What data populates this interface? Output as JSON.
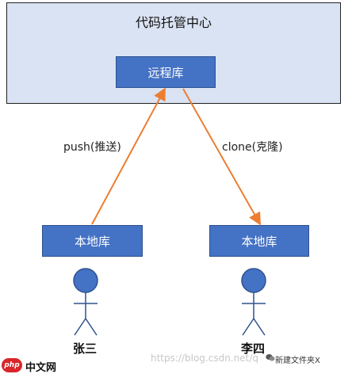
{
  "hub": {
    "title": "代码托管中心"
  },
  "remote": {
    "label": "远程库"
  },
  "local_a": {
    "label": "本地库"
  },
  "local_b": {
    "label": "本地库"
  },
  "arrows": {
    "push_label": "push(推送)",
    "clone_label": "clone(克隆)"
  },
  "people": {
    "a": "张三",
    "b": "李四"
  },
  "colors": {
    "hub_fill": "#dae3f3",
    "box_fill": "#4472c4",
    "arrow": "#ed7d31",
    "person": "#4472c4"
  },
  "watermark": {
    "url": "https://blog.csdn.net/q",
    "wechat": "新建文件夹X",
    "logo_badge": "php",
    "logo_text": "中文网"
  }
}
